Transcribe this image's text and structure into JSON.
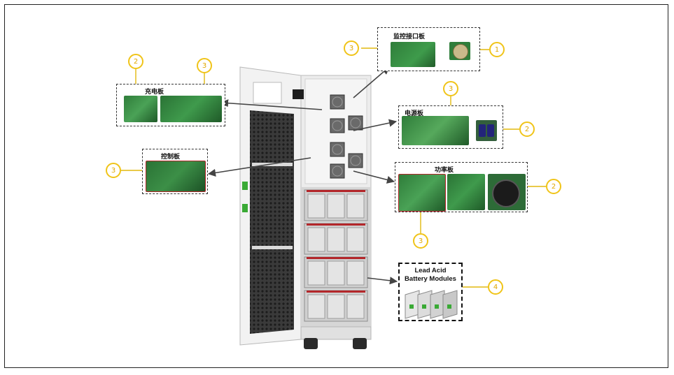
{
  "panels": {
    "monitor": {
      "title": "监控接口板"
    },
    "charger": {
      "title": "充电板"
    },
    "power_supply": {
      "title": "电源板"
    },
    "control": {
      "title": "控制板"
    },
    "power": {
      "title": "功率板"
    },
    "battery": {
      "title_line1": "Lead Acid",
      "title_line2": "Battery Modules"
    }
  },
  "badges": {
    "monitor_left": "3",
    "monitor_right": "1",
    "charger_left": "2",
    "charger_right": "3",
    "psu_top": "3",
    "psu_right": "2",
    "control_left": "3",
    "power_right": "2",
    "power_bottom": "3",
    "battery_right": "4"
  },
  "colors": {
    "badge_border": "#f0c419",
    "pcb_green": "#2f7d3a",
    "cabinet_gray": "#e9e9e9",
    "battery_red": "#b3262a"
  }
}
